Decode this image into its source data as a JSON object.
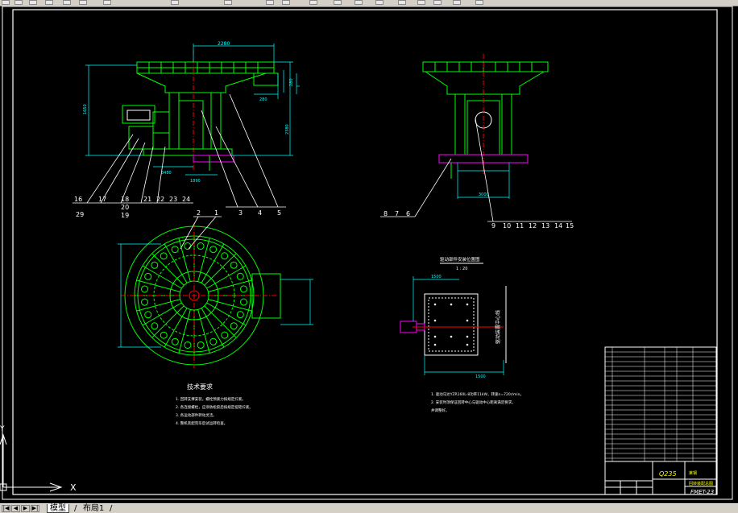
{
  "colors": {
    "background": "#000000",
    "frame": "#ffffff",
    "main_lines": "#00ff00",
    "dimension_lines": "#00ffff",
    "balloon_lines": "#ffffff",
    "title_block": "#ffffff",
    "center_lines": "#ff0000",
    "motor": "#ff00ff",
    "table_text": "#ffff00"
  },
  "drawing": {
    "part_numbers_row1": [
      "16",
      "17",
      "18",
      "21",
      "22",
      "23",
      "24",
      "3",
      "4",
      "5"
    ],
    "part_numbers_row2": [
      "20",
      "19"
    ],
    "part_numbers_row3": [
      "29"
    ],
    "part_numbers_side": [
      "8",
      "7",
      "6",
      "9",
      "10",
      "11",
      "12",
      "13",
      "14",
      "15"
    ],
    "part_numbers_plan": [
      "2",
      "1"
    ],
    "dimensions": {
      "top_width": "2280",
      "right_1": "280",
      "right_2": "280",
      "height_1": "1650",
      "height_2": "2380",
      "base_1": "1890",
      "base_2": "3480",
      "side_base": "3000",
      "layout_top": "1500",
      "layout_bottom": "1500"
    },
    "notes": {
      "title": "技术要求",
      "items": [
        "1. 回转支撑安装，螺栓预紧力按规定拧紧。",
        "2. 各连接螺栓，应涂防松胶后按规定扭矩拧紧。",
        "3. 各运动部件转动灵活。",
        "4. 整机装配完毕后试运转检查。"
      ]
    },
    "layout_view": {
      "title": "驱动部件安装位置图",
      "scale": "1 : 20",
      "vertical_label": "驱动装置中心线",
      "notes": [
        "1. 驱动马达YZR160L-8功率11kW，转速n=720r/min。",
        "2. 安装时须保证回转中心与驱动中心距离满足要求。",
        "   并调整好。"
      ]
    },
    "title_block": {
      "material": "Q235",
      "drawing_number": "FMET-23",
      "company": "莱钢",
      "name": "回转装配总图"
    }
  },
  "ucs": {
    "x_label": "X",
    "y_label": "Y"
  },
  "tabs": {
    "model": "模型",
    "layout1": "布局1",
    "separator": "/"
  },
  "nav": {
    "first": "|◀",
    "prev": "◀",
    "next": "▶",
    "last": "▶|"
  }
}
